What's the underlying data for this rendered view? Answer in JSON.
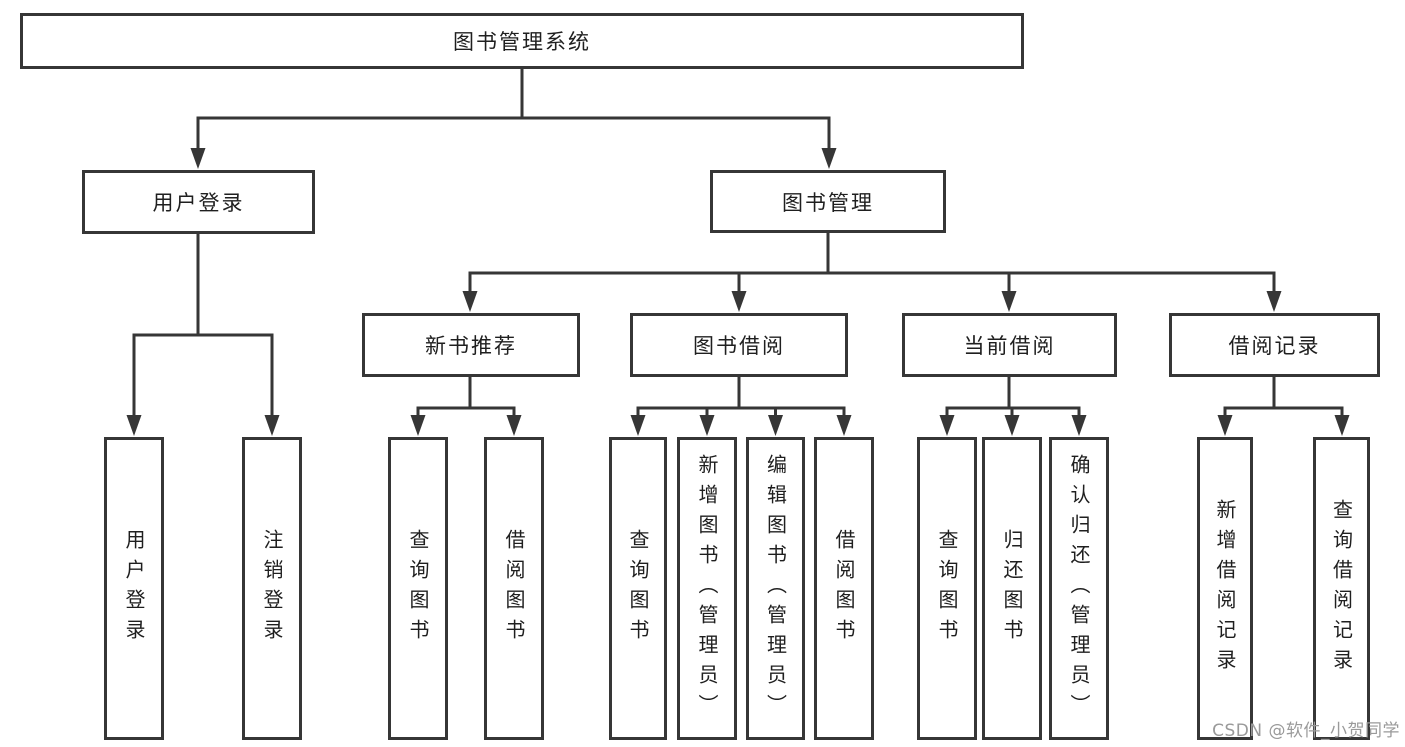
{
  "tree": {
    "label": "图书管理系统",
    "children": [
      {
        "label": "用户登录",
        "children": [
          {
            "label": "用户登录"
          },
          {
            "label": "注销登录"
          }
        ]
      },
      {
        "label": "图书管理",
        "children": [
          {
            "label": "新书推荐",
            "children": [
              {
                "label": "查询图书"
              },
              {
                "label": "借阅图书"
              }
            ]
          },
          {
            "label": "图书借阅",
            "children": [
              {
                "label": "查询图书"
              },
              {
                "label": "新增图书（管理员）"
              },
              {
                "label": "编辑图书（管理员）"
              },
              {
                "label": "借阅图书"
              }
            ]
          },
          {
            "label": "当前借阅",
            "children": [
              {
                "label": "查询图书"
              },
              {
                "label": "归还图书"
              },
              {
                "label": "确认归还（管理员）"
              }
            ]
          },
          {
            "label": "借阅记录",
            "children": [
              {
                "label": "新增借阅记录"
              },
              {
                "label": "查询借阅记录"
              }
            ]
          }
        ]
      }
    ]
  },
  "watermark": {
    "text": "CSDN @软件_小贺同学"
  },
  "colors": {
    "line": "#363636",
    "text": "#1f1f1f",
    "watermark": "#9a9a9a",
    "background": "#ffffff"
  }
}
